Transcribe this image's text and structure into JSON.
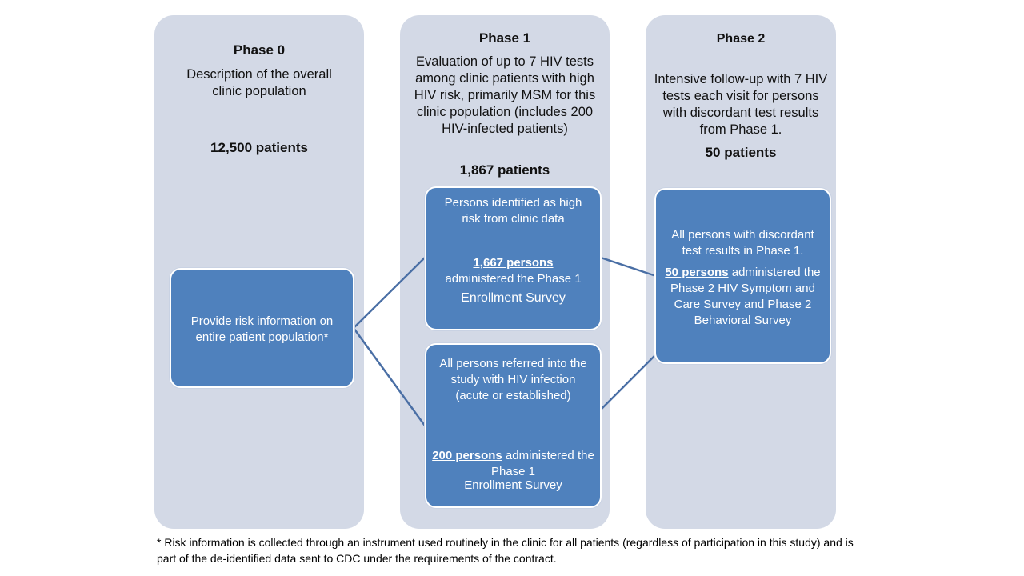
{
  "phases": [
    {
      "title": "Phase 0",
      "description": "Description of the overall clinic population",
      "count": "12,500 patients"
    },
    {
      "title": "Phase 1",
      "description": "Evaluation of up to 7 HIV tests among clinic patients with high HIV risk, primarily MSM for this clinic population (includes 200 HIV-infected patients)",
      "count": "1,867 patients"
    },
    {
      "title": "Phase 2",
      "description": "Intensive follow-up with 7 HIV tests each visit for persons with discordant test results from Phase 1.",
      "count": "50 patients"
    }
  ],
  "boxes": {
    "phase0_box": {
      "text": "Provide risk information on entire patient population*"
    },
    "phase1_high_risk": {
      "text": "Persons identified as high risk from clinic data",
      "highlight": "1,667 persons",
      "rest_line1": "administered the Phase 1",
      "rest_line2": "Enrollment Survey"
    },
    "phase1_referred": {
      "text": "All persons  referred into the study  with HIV infection (acute or established)",
      "highlight": "200 persons",
      "rest_line1": " administered the Phase 1",
      "rest_line2": "Enrollment Survey"
    },
    "phase2_box": {
      "text": "All persons with discordant test results in Phase 1.",
      "highlight": "50 persons",
      "rest": " administered the Phase 2 HIV Symptom and Care Survey and Phase 2 Behavioral Survey"
    }
  },
  "footnote": "* Risk information is collected through an instrument used routinely in the clinic for all patients (regardless of participation in this study) and is part of the de-identified data sent to CDC under the requirements of the contract.",
  "colors": {
    "panel": "#d3d9e6",
    "box": "#4f81bd",
    "connector": "#4a6fa5"
  }
}
